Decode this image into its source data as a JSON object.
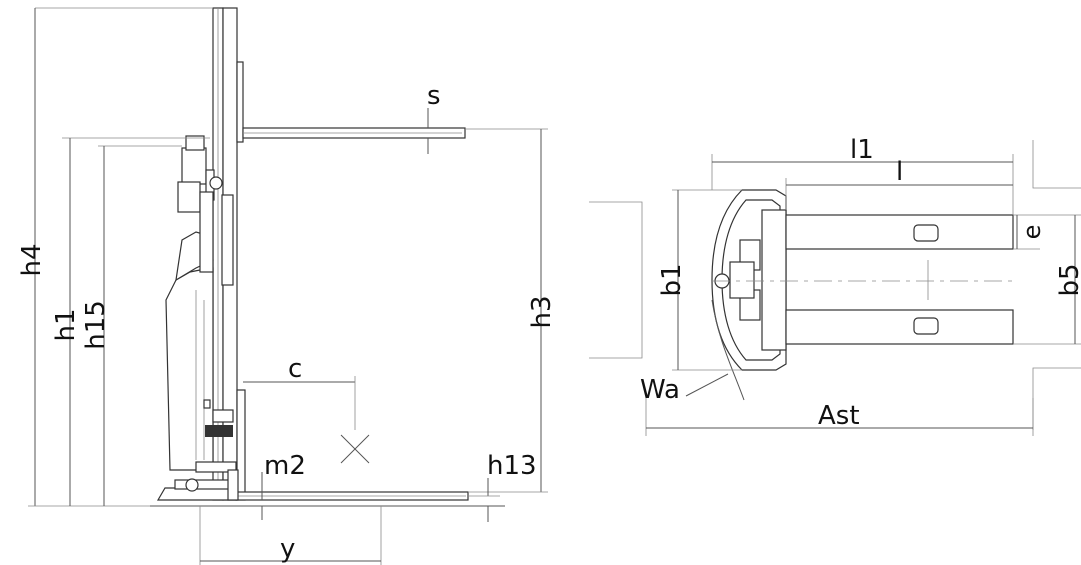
{
  "side_view": {
    "labels": {
      "h4": "h4",
      "h1": "h1",
      "h15": "h15",
      "h3": "h3",
      "s": "s",
      "c": "c",
      "m2": "m2",
      "h13": "h13",
      "y": "y"
    }
  },
  "top_view": {
    "labels": {
      "l1": "l1",
      "l": "l",
      "e": "e",
      "b1": "b1",
      "b5": "b5",
      "wa": "Wa",
      "ast": "Ast"
    }
  },
  "colors": {
    "line": "#555555",
    "outline": "#333333",
    "text": "#111111"
  }
}
